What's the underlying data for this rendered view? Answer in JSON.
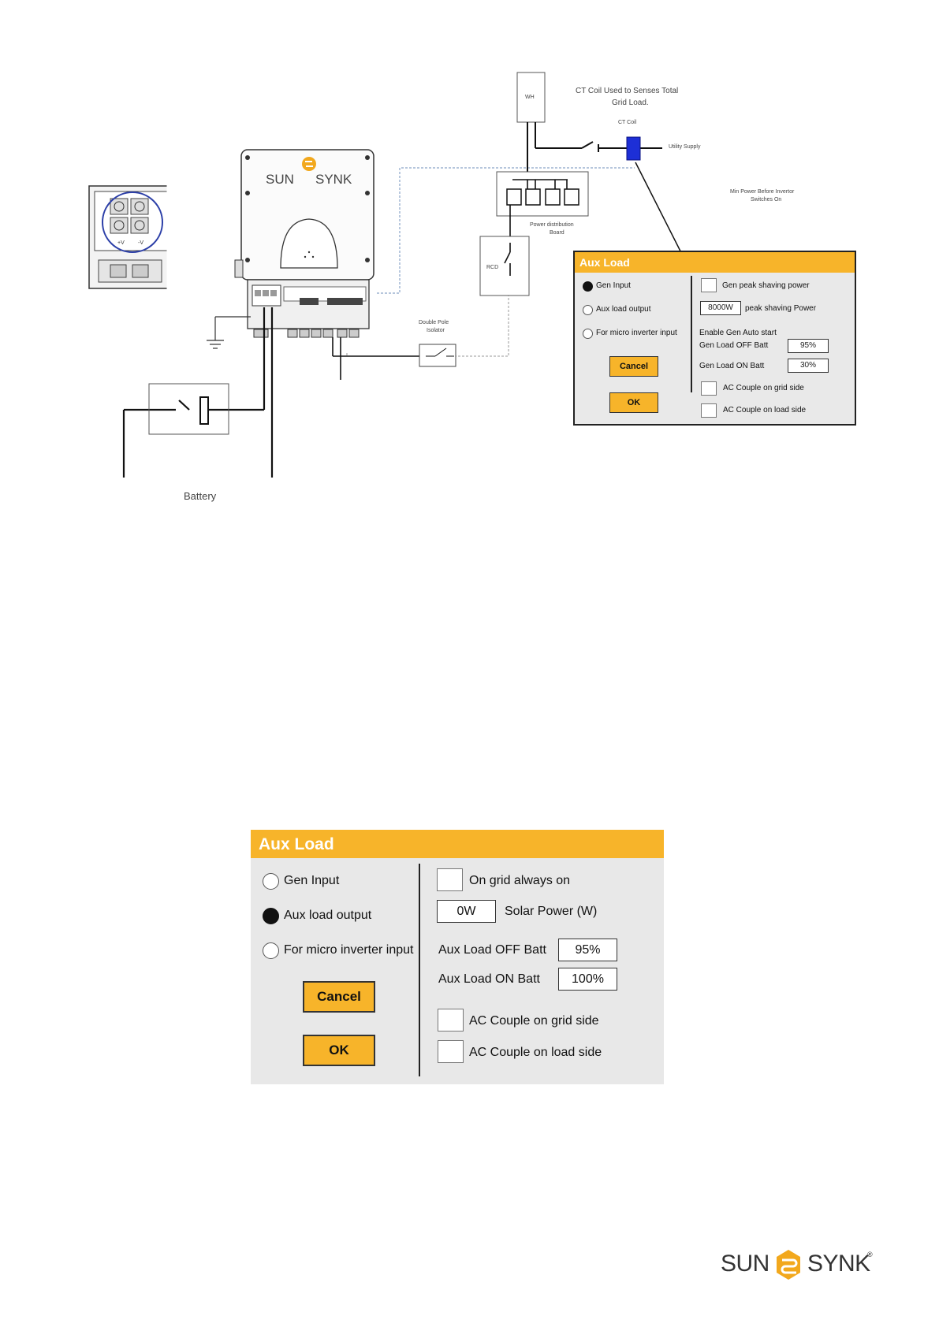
{
  "diagram": {
    "labels": {
      "wh": "WH",
      "ct_caption_1": "CT Coil Used to Senses Total",
      "ct_caption_2": "Grid Load.",
      "ct_coil": "CT Coil",
      "utility_supply": "Utility Supply",
      "min_power_1": "Min Power Before Invertor",
      "min_power_2": "Switches On",
      "pdb_1": "Power distribution",
      "pdb_2": "Board",
      "rcd": "RCD",
      "isolator_1": "Double Pole",
      "isolator_2": "Isolator",
      "battery": "Battery",
      "terminal_plus": "+V",
      "terminal_minus": "-V",
      "inverter_brand_left": "SUN",
      "inverter_brand_right": "SYNK"
    }
  },
  "small_dialog": {
    "title": "Aux Load",
    "radio_gen_input": "Gen Input",
    "radio_aux_load": "Aux load output",
    "radio_micro": "For micro inverter input",
    "selected": "Gen Input",
    "gen_peak_label": "Gen peak shaving power",
    "power_value": "8000W",
    "peak_label": "peak shaving Power",
    "enable_label": "Enable Gen Auto start",
    "off_label": "Gen Load OFF Batt",
    "off_value": "95%",
    "on_label": "Gen Load ON Batt",
    "on_value": "30%",
    "ac_grid": "AC Couple on grid side",
    "ac_load": "AC Couple on load side",
    "cancel": "Cancel",
    "ok": "OK"
  },
  "large_dialog": {
    "title": "Aux Load",
    "radio_gen_input": "Gen Input",
    "radio_aux_load": "Aux load output",
    "radio_micro": "For micro inverter input",
    "selected": "Aux load output",
    "on_grid_label": "On grid always on",
    "solar_value": "0W",
    "solar_label": "Solar Power (W)",
    "off_label": "Aux Load OFF Batt",
    "off_value": "95%",
    "on_label": "Aux Load ON Batt",
    "on_value": "100%",
    "ac_grid": "AC Couple on grid side",
    "ac_load": "AC Couple on load side",
    "cancel": "Cancel",
    "ok": "OK"
  },
  "footer": {
    "brand_left": "SUN",
    "brand_right": "SYNK",
    "registered": "®"
  },
  "colors": {
    "accent": "#f7b42a",
    "ct_coil": "#1d2fd6",
    "dialog_bg": "#e8e8e8"
  }
}
